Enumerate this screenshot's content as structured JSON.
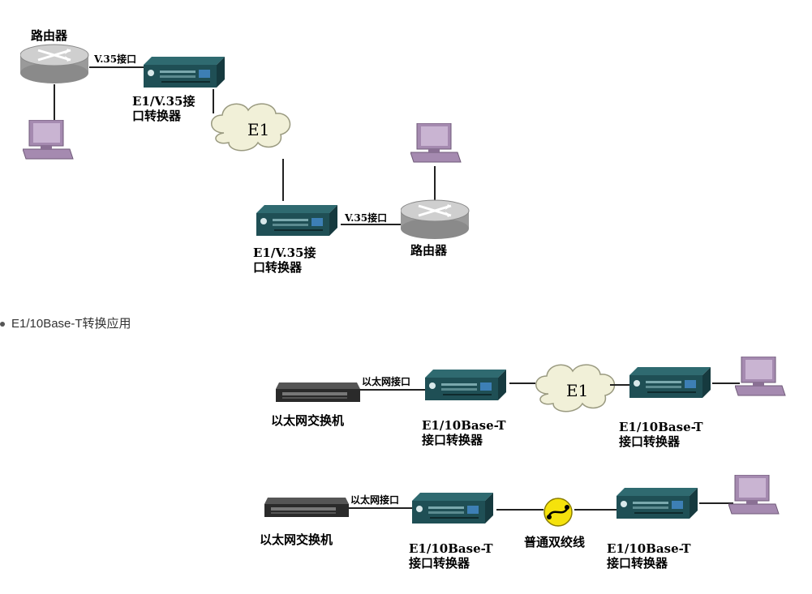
{
  "top_section": {
    "router_a_label": "路由器",
    "v35_label_a": "V.35接口",
    "converter_a_label_1": "E1/V.35接",
    "converter_a_label_2": "口转换器",
    "cloud_label": "E1",
    "converter_b_label_1": "E1/V.35接",
    "converter_b_label_2": "口转换器",
    "v35_label_b": "V.35接口",
    "router_b_label": "路由器"
  },
  "caption": {
    "text": "E1/10Base-T转换应用"
  },
  "middle_section": {
    "switch_label": "以太网交换机",
    "eth_port_label": "以太网接口",
    "converter_left_1": "E1/10Base-T",
    "converter_left_2": "接口转换器",
    "cloud_label": "E1",
    "converter_right_1": "E1/10Base-T",
    "converter_right_2": "接口转换器"
  },
  "bottom_section": {
    "switch_label": "以太网交换机",
    "eth_port_label": "以太网接口",
    "converter_left_1": "E1/10Base-T",
    "converter_left_2": "接口转换器",
    "twisted_pair_label": "普通双绞线",
    "converter_right_1": "E1/10Base-T",
    "converter_right_2": "接口转换器"
  },
  "colors": {
    "device_body": "#1f4f55",
    "computer": "#a58ab0",
    "cloud": "#f1f0d8",
    "router": "#b8b8b8",
    "connector": "#f5e20c"
  }
}
